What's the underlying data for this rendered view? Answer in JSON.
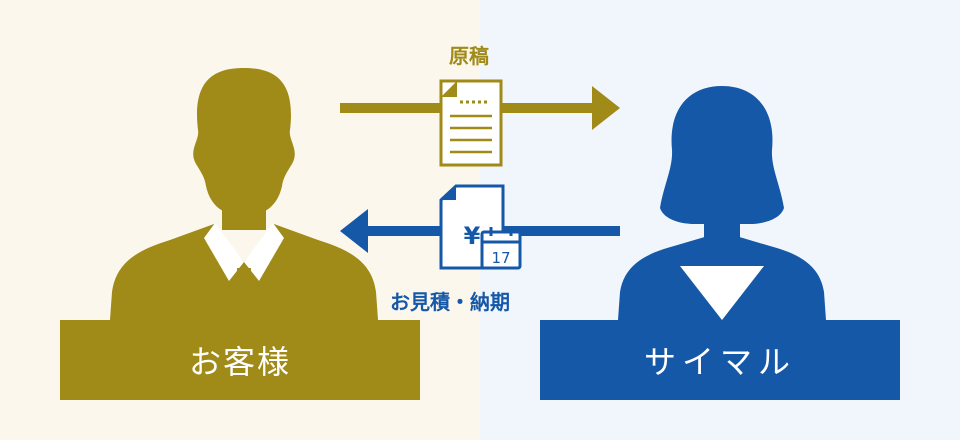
{
  "parties": {
    "customer": {
      "label": "お客様",
      "color": "#a08a18"
    },
    "simul": {
      "label": "サイマル",
      "color": "#1558a8"
    }
  },
  "flows": {
    "manuscript": {
      "label": "原稿",
      "direction": "customer-to-simul",
      "color": "#a08a18",
      "icon": "document-icon"
    },
    "estimate": {
      "label": "お見積・納期",
      "direction": "simul-to-customer",
      "color": "#1558a8",
      "icon": "yen-document-calendar-icon",
      "calendar_day": "17",
      "currency_symbol": "¥"
    }
  },
  "colors": {
    "background_left": "#fbf7ec",
    "background_right": "#f1f6fc"
  }
}
